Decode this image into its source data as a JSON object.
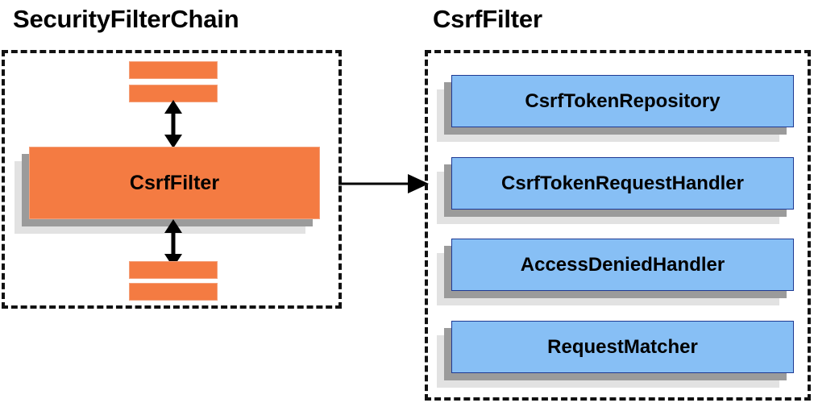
{
  "diagram": {
    "left_panel": {
      "title": "SecurityFilterChain",
      "main_node": {
        "label": "CsrfFilter"
      },
      "bars": [
        {
          "name": "filter-bar-top-1"
        },
        {
          "name": "filter-bar-top-2"
        },
        {
          "name": "filter-bar-bottom-1"
        },
        {
          "name": "filter-bar-bottom-2"
        }
      ],
      "connectors": [
        {
          "name": "bidirectional-arrow-up",
          "direction": "both"
        },
        {
          "name": "bidirectional-arrow-down",
          "direction": "both"
        }
      ]
    },
    "right_panel": {
      "title": "CsrfFilter",
      "dependencies": [
        {
          "label": "CsrfTokenRepository"
        },
        {
          "label": "CsrfTokenRequestHandler"
        },
        {
          "label": "AccessDeniedHandler"
        },
        {
          "label": "RequestMatcher"
        }
      ]
    },
    "link_arrow": {
      "name": "expand-arrow",
      "direction": "right"
    },
    "colors": {
      "orange_fill": "#F47B42",
      "orange_border": "#F4A07A",
      "blue_fill": "#87BFF5",
      "blue_border": "#1F3A93",
      "shadow_near": "#9B9B9B",
      "shadow_far": "#E2E2E2",
      "dashed_border": "#111111",
      "text": "#000000",
      "background": "#FFFFFF"
    }
  }
}
